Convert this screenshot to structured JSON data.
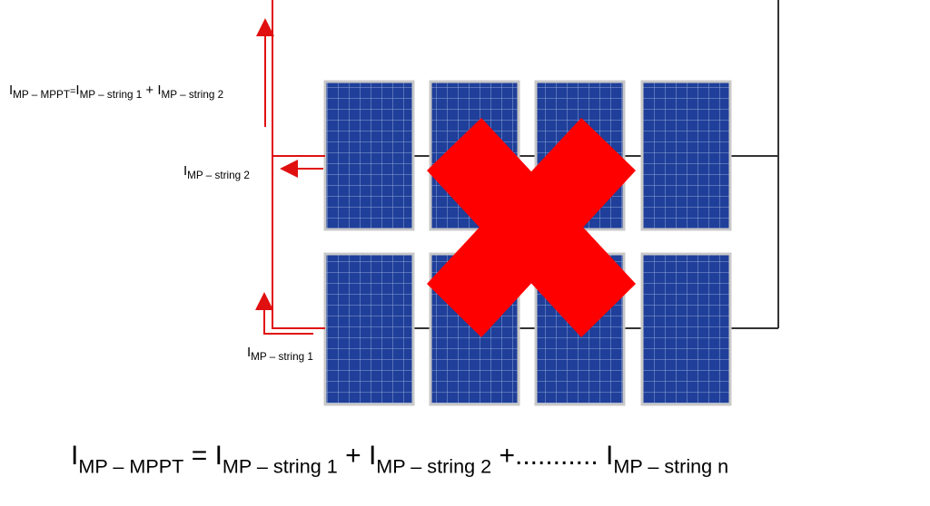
{
  "symbols": {
    "current": "I",
    "plus": "+",
    "equals": "="
  },
  "labels": {
    "mppt_total": {
      "lhs_sub": "MP – MPPT",
      "term1_sub": "MP – string 1",
      "term2_sub": "MP – string 2"
    },
    "string2_current": {
      "sub": "MP – string 2"
    },
    "string1_current": {
      "sub": "MP – string 1"
    }
  },
  "equation": {
    "lhs_sub": "MP – MPPT",
    "term1_sub": "MP – string 1",
    "term2_sub": "MP – string 2",
    "ellipsis": "+...........",
    "termn_sub": "MP – string n"
  },
  "colors": {
    "panel_frame": "#c8c8c8",
    "panel_cell": "#1f3f9a",
    "panel_grid": "#8fa6d6",
    "wire": "#333333",
    "current_arrow": "#e01010",
    "cross": "#ff0000"
  },
  "strings": [
    {
      "name": "string 2",
      "panels": 4
    },
    {
      "name": "string 1",
      "panels": 4
    }
  ],
  "crossed_out": true
}
